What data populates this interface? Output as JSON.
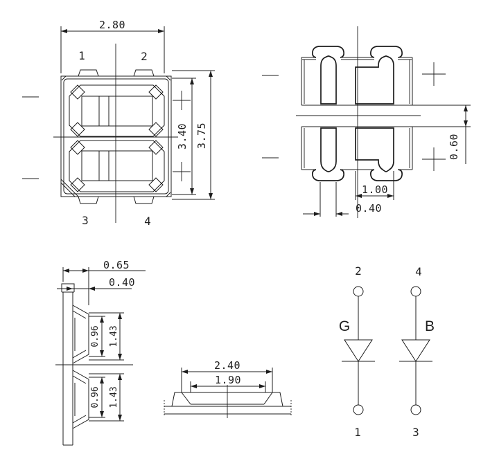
{
  "colors": {
    "background": "#ffffff",
    "line": "#1c1c1c",
    "text": "#1f1f1f"
  },
  "top_view": {
    "dim_width": "2.80",
    "dim_cavity_height": "3.40",
    "dim_body_height": "3.75",
    "pin1": "1",
    "pin2": "2",
    "pin3": "3",
    "pin4": "4"
  },
  "bottom_view": {
    "dim_pad_gap": "0.60",
    "dim_pad_width": "1.00",
    "dim_slot_width": "0.40"
  },
  "side_view": {
    "dim_total_depth": "0.65",
    "dim_substrate": "0.40",
    "dim_window_top": "0.96",
    "dim_segment_top": "1.43",
    "dim_window_bottom": "0.96",
    "dim_segment_bottom": "1.43"
  },
  "front_view": {
    "dim_top_width": "2.40",
    "dim_opening_width": "1.90"
  },
  "circuit": {
    "diode_g": {
      "top_pin": "2",
      "label": "G",
      "bottom_pin": "1"
    },
    "diode_b": {
      "top_pin": "4",
      "label": "B",
      "bottom_pin": "3"
    }
  }
}
